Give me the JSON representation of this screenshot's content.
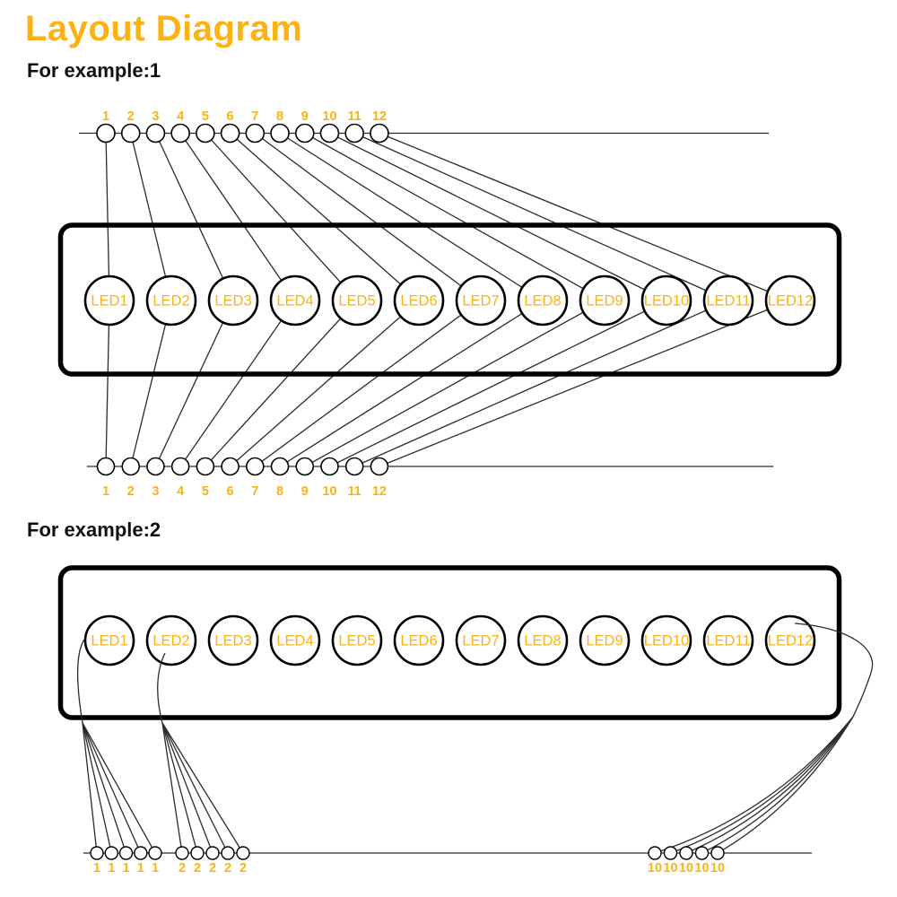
{
  "page": {
    "title": "Layout Diagram",
    "example1_label": "For example:1",
    "example2_label": "For example:2"
  },
  "colors": {
    "accent": "#FBB214",
    "wire": "#2b2b2b",
    "outline": "#000000"
  },
  "example1": {
    "top_pin_numbers": [
      "1",
      "2",
      "3",
      "4",
      "5",
      "6",
      "7",
      "8",
      "9",
      "10",
      "11",
      "12"
    ],
    "led_labels": [
      "LED1",
      "LED2",
      "LED3",
      "LED4",
      "LED5",
      "LED6",
      "LED7",
      "LED8",
      "LED9",
      "LED10",
      "LED11",
      "LED12"
    ],
    "bottom_pin_numbers": [
      "1",
      "2",
      "3",
      "4",
      "5",
      "6",
      "7",
      "8",
      "9",
      "10",
      "11",
      "12"
    ]
  },
  "example2": {
    "led_labels": [
      "LED1",
      "LED2",
      "LED3",
      "LED4",
      "LED5",
      "LED6",
      "LED7",
      "LED8",
      "LED9",
      "LED10",
      "LED11",
      "LED12"
    ],
    "wire_groups": [
      {
        "from_led": "LED1",
        "pin_labels": [
          "1",
          "1",
          "1",
          "1",
          "1"
        ]
      },
      {
        "from_led": "LED2",
        "pin_labels": [
          "2",
          "2",
          "2",
          "2",
          "2"
        ]
      },
      {
        "from_led": "LED12",
        "pin_labels": [
          "10",
          "10",
          "10",
          "10",
          "10"
        ]
      }
    ]
  }
}
